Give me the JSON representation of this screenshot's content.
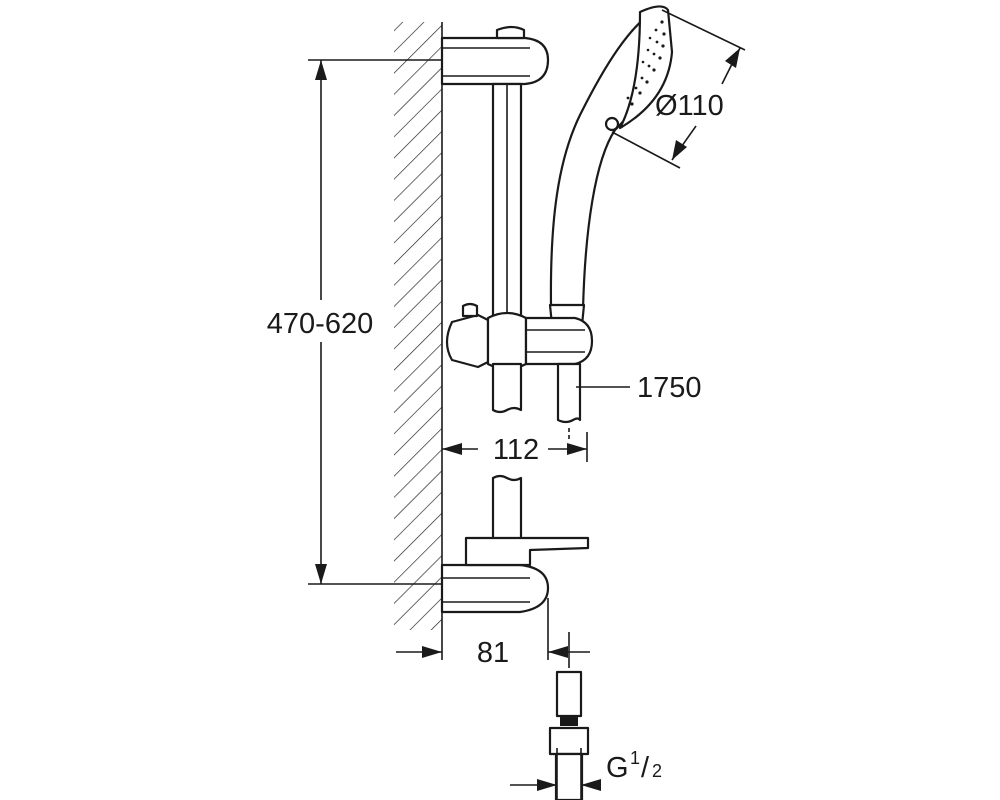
{
  "dimensions": {
    "rail_height": "470-620",
    "head_diameter": "Ø110",
    "hose_length": "1750",
    "holder_offset": "112",
    "wall_offset": "81",
    "thread_prefix": "G",
    "thread_numerator": "1",
    "thread_denominator": "2"
  },
  "colors": {
    "line": "#1a1a1a",
    "fill": "#ffffff"
  }
}
